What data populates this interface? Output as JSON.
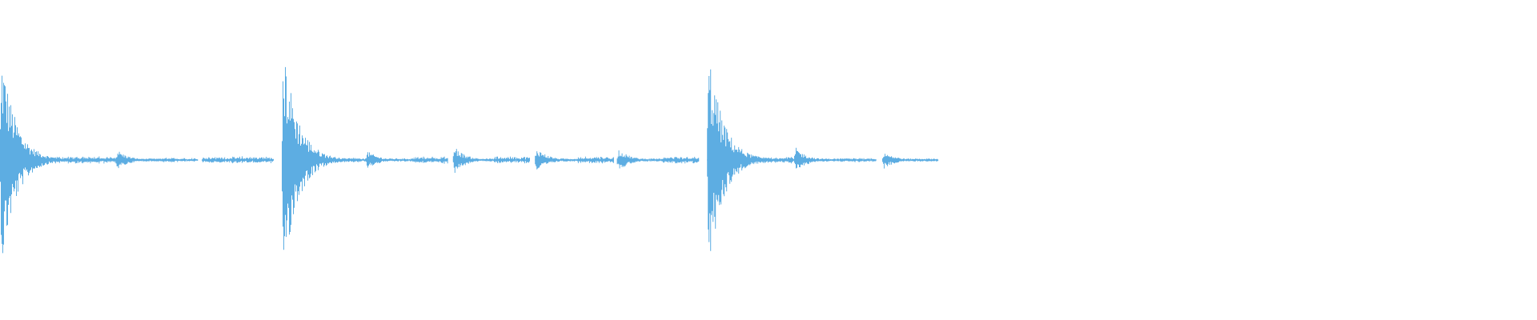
{
  "waveform": {
    "color": "#5dade2",
    "background": "#ffffff",
    "duration_s": 1.5,
    "content_end_s": 0.9,
    "baseline": 0,
    "amplitude_range": [
      -1,
      1
    ],
    "events": [
      {
        "t": 0.0,
        "peak": 0.93,
        "kind": "strong"
      },
      {
        "t": 0.053,
        "peak": 0.03,
        "kind": "tail"
      },
      {
        "t": 0.08,
        "peak": 0.03,
        "kind": "tail"
      },
      {
        "t": 0.113,
        "peak": 0.09,
        "kind": "weak"
      },
      {
        "t": 0.158,
        "peak": 0.02,
        "kind": "tail"
      },
      {
        "t": 0.197,
        "peak": 0.03,
        "kind": "tail"
      },
      {
        "t": 0.232,
        "peak": 0.03,
        "kind": "tail"
      },
      {
        "t": 0.275,
        "peak": 1.0,
        "kind": "strong"
      },
      {
        "t": 0.318,
        "peak": 0.02,
        "kind": "tail"
      },
      {
        "t": 0.357,
        "peak": 0.08,
        "kind": "weak"
      },
      {
        "t": 0.402,
        "peak": 0.03,
        "kind": "tail"
      },
      {
        "t": 0.442,
        "peak": 0.12,
        "kind": "weak"
      },
      {
        "t": 0.482,
        "peak": 0.03,
        "kind": "tail"
      },
      {
        "t": 0.522,
        "peak": 0.11,
        "kind": "weak"
      },
      {
        "t": 0.564,
        "peak": 0.03,
        "kind": "tail"
      },
      {
        "t": 0.602,
        "peak": 0.1,
        "kind": "weak"
      },
      {
        "t": 0.647,
        "peak": 0.03,
        "kind": "tail"
      },
      {
        "t": 0.69,
        "peak": 0.95,
        "kind": "strong"
      },
      {
        "t": 0.739,
        "peak": 0.03,
        "kind": "tail"
      },
      {
        "t": 0.775,
        "peak": 0.11,
        "kind": "weak"
      },
      {
        "t": 0.82,
        "peak": 0.02,
        "kind": "tail"
      },
      {
        "t": 0.861,
        "peak": 0.08,
        "kind": "weak"
      }
    ]
  }
}
